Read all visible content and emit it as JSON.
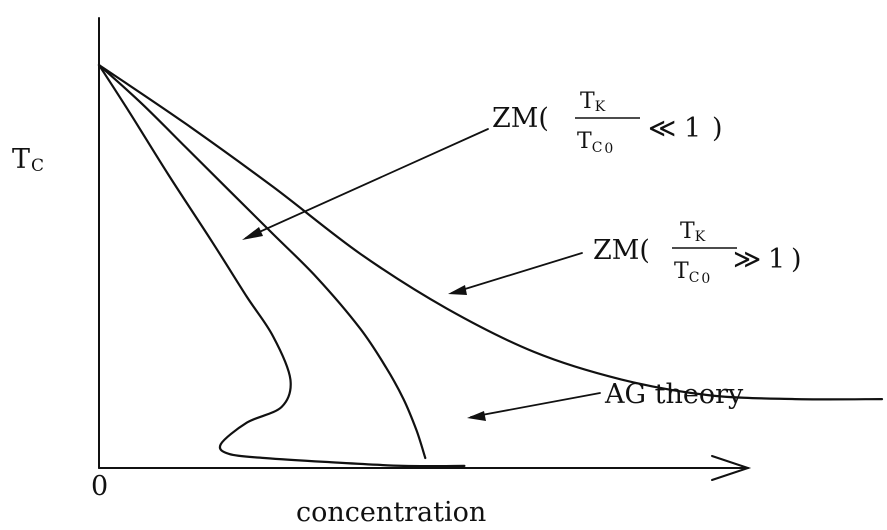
{
  "chart_data": {
    "type": "line",
    "title": "",
    "xlabel": "concentration",
    "ylabel": "T",
    "ylabel_subscript": "C",
    "x_origin_label": "0",
    "grid": false,
    "legend": "none",
    "series": [
      {
        "name": "ZM(TK/TC0 ≪ 1)",
        "label_parts": {
          "prefix": "ZM(",
          "num": "T",
          "num_sub": "K",
          "den": "T",
          "den_sub": "C",
          "den_sub2": "0",
          "rel": "≪",
          "rhs": "1",
          "close": ")"
        },
        "x": [
          0,
          0.035,
          0.08,
          0.13,
          0.17,
          0.2,
          0.22,
          0.21,
          0.17,
          0.14,
          0.15,
          0.19,
          0.26,
          0.35,
          0.42
        ],
        "y": [
          1.0,
          0.88,
          0.72,
          0.55,
          0.41,
          0.31,
          0.2,
          0.13,
          0.09,
          0.035,
          0.01,
          0.0,
          -0.01,
          -0.02,
          -0.02
        ]
      },
      {
        "name": "AG theory",
        "x": [
          0,
          0.05,
          0.1,
          0.15,
          0.2,
          0.25,
          0.3,
          0.33,
          0.35,
          0.365,
          0.375
        ],
        "y": [
          1.0,
          0.9,
          0.79,
          0.68,
          0.57,
          0.46,
          0.33,
          0.23,
          0.15,
          0.07,
          0.0
        ]
      },
      {
        "name": "ZM(TK/TC0 ≫ 1)",
        "label_parts": {
          "prefix": "ZM(",
          "num": "T",
          "num_sub": "K",
          "den": "T",
          "den_sub": "C",
          "den_sub2": "0",
          "rel": "≫",
          "rhs": "1",
          "close": ")"
        },
        "x": [
          0,
          0.1,
          0.2,
          0.3,
          0.4,
          0.5,
          0.6,
          0.7,
          0.8,
          0.9
        ],
        "y": [
          1.0,
          0.85,
          0.69,
          0.52,
          0.38,
          0.27,
          0.2,
          0.16,
          0.15,
          0.15
        ]
      }
    ]
  }
}
